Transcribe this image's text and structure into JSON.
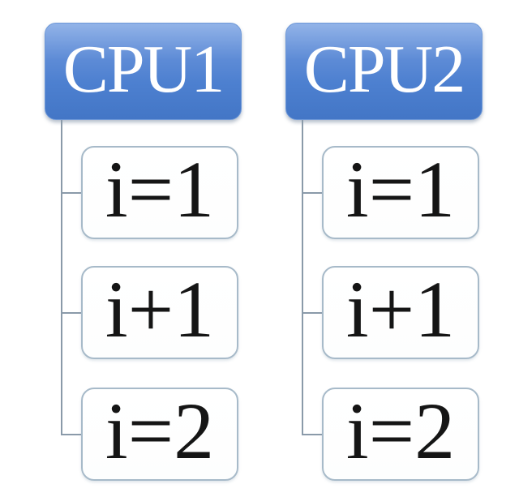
{
  "diagram": {
    "type": "org-chart",
    "description": "Two parallel CPU branches each executing steps i=1, i+1, i=2",
    "columns": [
      {
        "parent_label": "CPU1",
        "children": [
          {
            "label": "i=1"
          },
          {
            "label": "i+1"
          },
          {
            "label": "i=2"
          }
        ]
      },
      {
        "parent_label": "CPU2",
        "children": [
          {
            "label": "i=1"
          },
          {
            "label": "i+1"
          },
          {
            "label": "i=2"
          }
        ]
      }
    ]
  },
  "theme": {
    "canvas_bg": "#ffffff",
    "parent_grad_top": "#92b3e8",
    "parent_grad_mid": "#5d8bd6",
    "parent_grad_bottom": "#4376c6",
    "parent_border_color": "#6f99d8",
    "parent_text_color": "#ffffff",
    "child_bg": "#ffffff",
    "child_border_color": "#a7bac9",
    "child_text_color": "#151515",
    "connector_color": "#8a9aa9"
  }
}
